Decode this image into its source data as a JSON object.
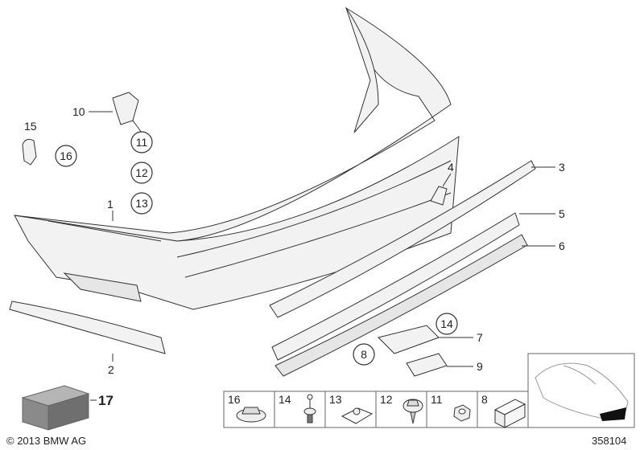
{
  "callouts": {
    "p1": "1",
    "p2": "2",
    "p3": "3",
    "p4": "4",
    "p5": "5",
    "p6": "6",
    "p7": "7",
    "p8": "8",
    "p9": "9",
    "p10": "10",
    "p11": "11",
    "p12": "12",
    "p13": "13",
    "p14": "14",
    "p15": "15",
    "p16": "16",
    "p17": "17"
  },
  "legend": {
    "cells": [
      {
        "label": "16",
        "icon": "collar-nut-icon"
      },
      {
        "label": "14",
        "icon": "expanding-rivet-icon"
      },
      {
        "label": "13",
        "icon": "clip-nut-icon"
      },
      {
        "label": "12",
        "icon": "screw-icon"
      },
      {
        "label": "11",
        "icon": "hex-nut-icon"
      },
      {
        "label": "8",
        "icon": "bracket-clip-icon"
      }
    ]
  },
  "footer": {
    "copyright": "© 2013 BMW AG",
    "diagram_number": "358104"
  },
  "colors": {
    "line": "#333333",
    "fill": "#f2f2f2",
    "highlight": "#111111"
  }
}
